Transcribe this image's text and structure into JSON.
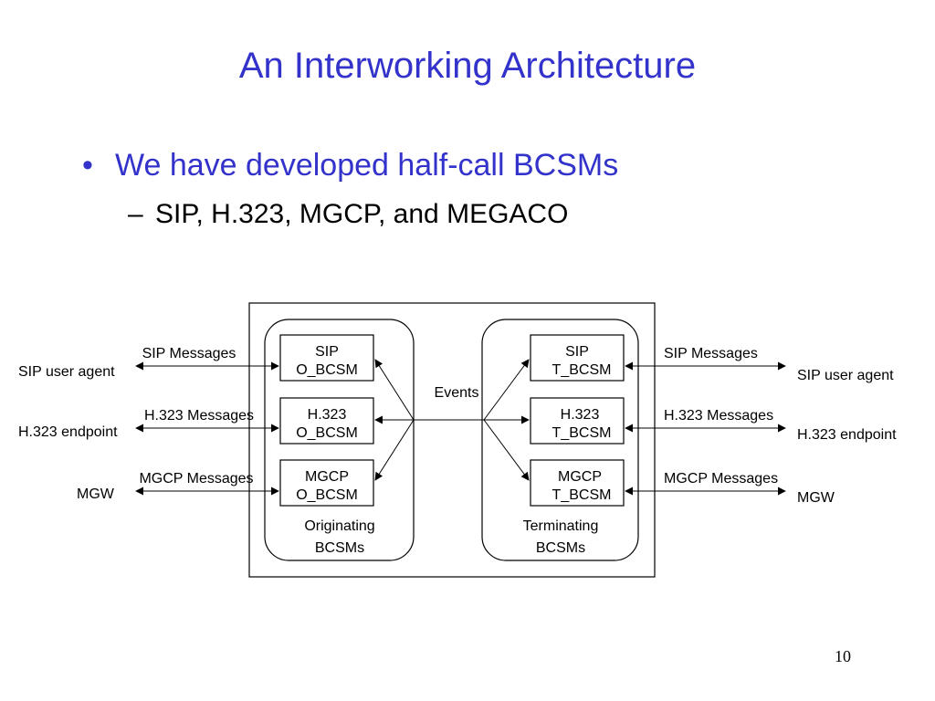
{
  "slide": {
    "title": "An Interworking Architecture",
    "bullet": "We have developed half-call BCSMs",
    "bullet_marker": "•",
    "subbullet": "SIP, H.323, MGCP, and MEGACO",
    "subbullet_marker": "–",
    "page_number": "10"
  },
  "diagram": {
    "events_label": "Events",
    "originating": {
      "group_label_line1": "Originating",
      "group_label_line2": "BCSMs",
      "boxes": [
        {
          "line1": "SIP",
          "line2": "O_BCSM"
        },
        {
          "line1": "H.323",
          "line2": "O_BCSM"
        },
        {
          "line1": "MGCP",
          "line2": "O_BCSM"
        }
      ]
    },
    "terminating": {
      "group_label_line1": "Terminating",
      "group_label_line2": "BCSMs",
      "boxes": [
        {
          "line1": "SIP",
          "line2": "T_BCSM"
        },
        {
          "line1": "H.323",
          "line2": "T_BCSM"
        },
        {
          "line1": "MGCP",
          "line2": "T_BCSM"
        }
      ]
    },
    "left": {
      "messages": [
        "SIP Messages",
        "H.323 Messages",
        "MGCP Messages"
      ],
      "endpoints": [
        "SIP user agent",
        "H.323 endpoint",
        "MGW"
      ]
    },
    "right": {
      "messages": [
        "SIP Messages",
        "H.323 Messages",
        "MGCP Messages"
      ],
      "endpoints": [
        "SIP user agent",
        "H.323 endpoint",
        "MGW"
      ]
    }
  }
}
